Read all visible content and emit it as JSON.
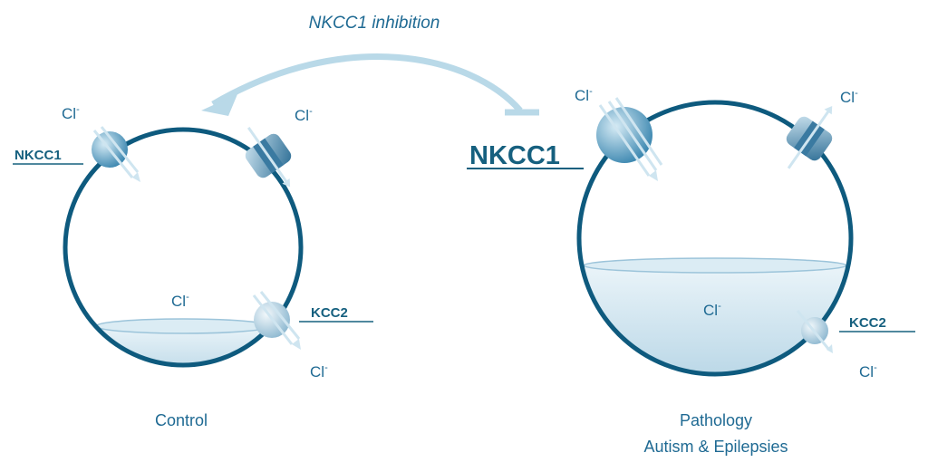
{
  "top": {
    "inhibition_label": "NKCC1 inhibition"
  },
  "control": {
    "caption": "Control",
    "nkcc1_label": "NKCC1",
    "kcc2_label": "KCC2",
    "cl_symbol": "Cl",
    "cl_superscript": "-"
  },
  "pathology": {
    "big_label": "NKCC1",
    "caption_line1": "Pathology",
    "caption_line2": "Autism & Epilepsies",
    "kcc2_label": "KCC2",
    "cl_symbol": "Cl",
    "cl_superscript": "-"
  },
  "colors": {
    "cell_outline": "#0e5a7e",
    "label": "#1f6a93",
    "arrow": "#b9d9e8",
    "fill": "#cfe3ee"
  }
}
